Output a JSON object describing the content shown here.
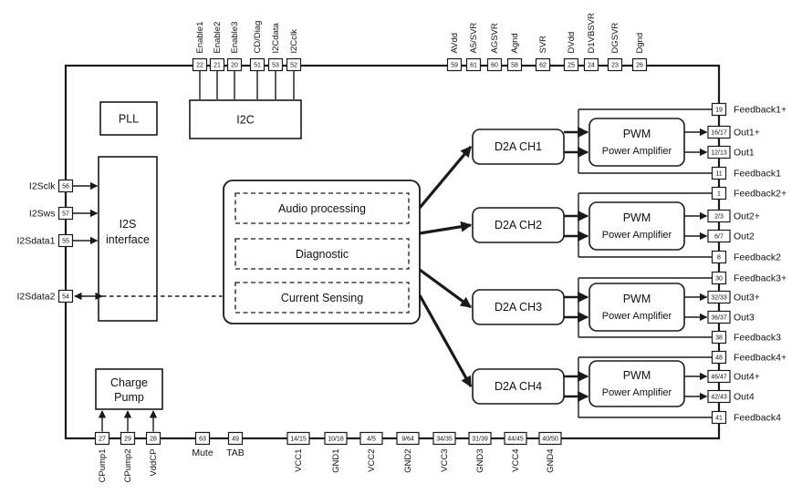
{
  "blocks": {
    "pll": "PLL",
    "i2c": "I2C",
    "i2s": [
      "I2S",
      "interface"
    ],
    "processing": [
      "Audio processing",
      "Diagnostic",
      "Current Sensing"
    ],
    "d2a": [
      "D2A CH1",
      "D2A CH2",
      "D2A CH3",
      "D2A CH4"
    ],
    "pwm": [
      "PWM",
      "Power Amplifier"
    ],
    "charge_pump": [
      "Charge",
      "Pump"
    ]
  },
  "pins": {
    "top_left": [
      {
        "num": "22",
        "label": "Enable1"
      },
      {
        "num": "21",
        "label": "Enable2"
      },
      {
        "num": "20",
        "label": "Enable3"
      },
      {
        "num": "51",
        "label": "CD/Diag"
      },
      {
        "num": "53",
        "label": "I2Cdata"
      },
      {
        "num": "52",
        "label": "I2Cclk"
      }
    ],
    "top_right": [
      {
        "num": "59",
        "label": "AVdd"
      },
      {
        "num": "61",
        "label": "A5/SVR"
      },
      {
        "num": "60",
        "label": "AGSVR"
      },
      {
        "num": "58",
        "label": "Agnd"
      },
      {
        "num": "62",
        "label": "SVR"
      },
      {
        "num": "25",
        "label": "DVdd"
      },
      {
        "num": "24",
        "label": "D1VBSVR"
      },
      {
        "num": "23",
        "label": "DGSVR"
      },
      {
        "num": "26",
        "label": "Dgnd"
      }
    ],
    "left": [
      {
        "num": "56",
        "label": "I2Sclk"
      },
      {
        "num": "57",
        "label": "I2Sws"
      },
      {
        "num": "55",
        "label": "I2Sdata1"
      },
      {
        "num": "54",
        "label": "I2Sdata2"
      }
    ],
    "right": [
      {
        "num": "19",
        "label": "Feedback1+"
      },
      {
        "num": "16/17",
        "label": "Out1+"
      },
      {
        "num": "12/13",
        "label": "Out1"
      },
      {
        "num": "11",
        "label": "Feedback1"
      },
      {
        "num": "1",
        "label": "Feedback2+"
      },
      {
        "num": "2/3",
        "label": "Out2+"
      },
      {
        "num": "6/7",
        "label": "Out2"
      },
      {
        "num": "8",
        "label": "Feedback2"
      },
      {
        "num": "30",
        "label": "Feedback3+"
      },
      {
        "num": "32/33",
        "label": "Out3+"
      },
      {
        "num": "36/37",
        "label": "Out3"
      },
      {
        "num": "38",
        "label": "Feedback3"
      },
      {
        "num": "48",
        "label": "Feedback4+"
      },
      {
        "num": "46/47",
        "label": "Out4+"
      },
      {
        "num": "42/43",
        "label": "Out4"
      },
      {
        "num": "41",
        "label": "Feedback4"
      }
    ],
    "bottom": [
      {
        "num": "27",
        "label": "CPump1"
      },
      {
        "num": "29",
        "label": "CPump2"
      },
      {
        "num": "28",
        "label": "VddCP"
      },
      {
        "num": "63",
        "label": "Mute"
      },
      {
        "num": "49",
        "label": "TAB"
      },
      {
        "num": "14/15",
        "label": "VCC1"
      },
      {
        "num": "10/18",
        "label": "GND1"
      },
      {
        "num": "4/5",
        "label": "VCC2"
      },
      {
        "num": "9/64",
        "label": "GND2"
      },
      {
        "num": "34/35",
        "label": "VCC3"
      },
      {
        "num": "31/39",
        "label": "GND3"
      },
      {
        "num": "44/45",
        "label": "VCC4"
      },
      {
        "num": "40/50",
        "label": "GND4"
      }
    ]
  },
  "colors": {
    "line": "#1a1a1a",
    "background": "#ffffff"
  }
}
